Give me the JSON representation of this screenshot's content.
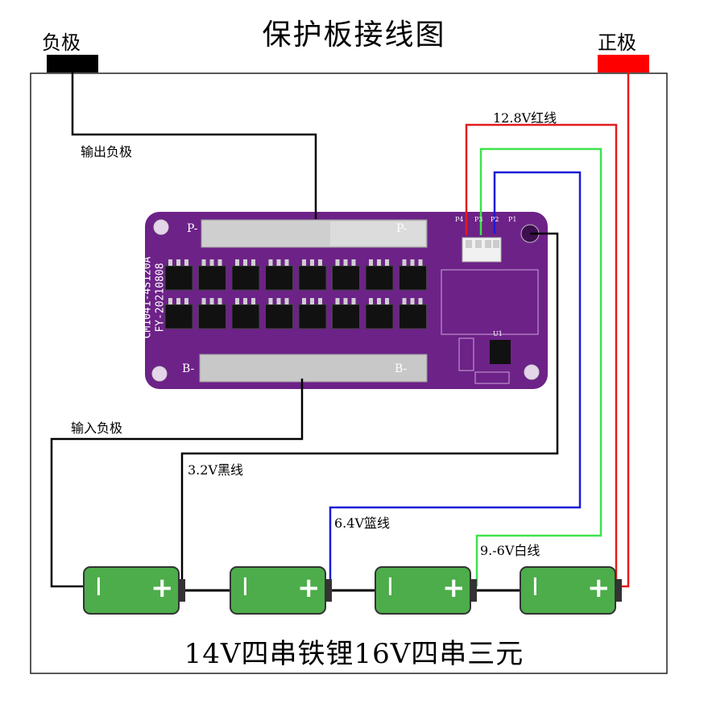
{
  "title": "保护板接线图",
  "terminals": {
    "negative": "负极",
    "positive": "正极"
  },
  "labels": {
    "output_negative": "输出负极",
    "input_negative": "输入负极",
    "wire_12_8v": "12.8V红线",
    "wire_9_6v": "9.-6V白线",
    "wire_6_4v": "6.4V篮线",
    "wire_3_2v": "3.2V黑线"
  },
  "board": {
    "model_line1": "CM1041-4S120A",
    "model_line2": "FY-20210808",
    "bus_top_left": "P-",
    "bus_top_right": "P-",
    "bus_bottom_left": "B-",
    "bus_bottom_right": "B-",
    "pin_labels": [
      "P4",
      "P3",
      "P2",
      "P1"
    ],
    "ic_label": "U1"
  },
  "battery_symbol": {
    "minus": "I",
    "plus": "+"
  },
  "caption": "14V四串铁锂16V四串三元",
  "colors": {
    "board": "#6d2288",
    "wire_red": "#e31b1b",
    "wire_green": "#3ee24a",
    "wire_blue": "#1a1ad6",
    "wire_black": "#000000",
    "battery_green": "#4cad4a",
    "terminal_red": "#ff0000",
    "terminal_black": "#000000"
  }
}
